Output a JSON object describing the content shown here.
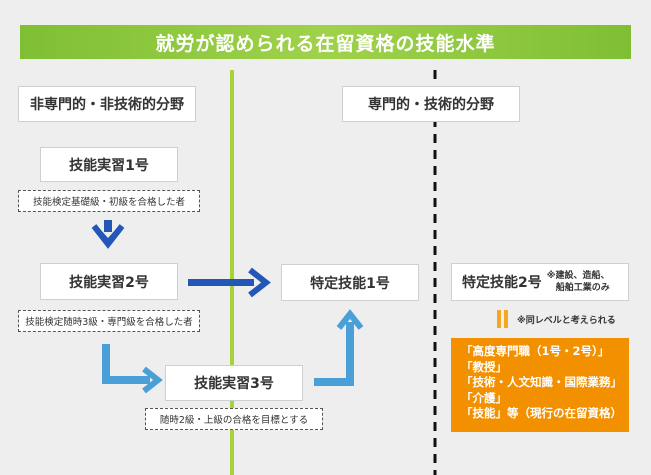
{
  "title": "就労が認められる在留資格の技能水準",
  "categories": {
    "left": "非専門的・非技術的分野",
    "right": "専門的・技術的分野"
  },
  "boxes": {
    "intern1": "技能実習1号",
    "intern2": "技能実習2号",
    "intern3": "技能実習3号",
    "ssw1": "特定技能1号",
    "ssw2": "特定技能2号"
  },
  "notes": {
    "intern1_req": "技能検定基礎級・初級を合格した者",
    "intern2_req": "技能検定随時3級・専門級を合格した者",
    "intern3_req": "随時2級・上級の合格を目標とする",
    "ssw2_scope_line1": "※建設、造船、",
    "ssw2_scope_line2": "船舶工業のみ",
    "equivalent": "※同レベルと考えられる"
  },
  "orange": {
    "lines": [
      "「高度専門職（1号・2号）」",
      "「教授」",
      "「技術・人文知識・国際業務」",
      "「介護」",
      "「技能」等（現行の在留資格）"
    ]
  },
  "colors": {
    "title_green": "#8cc63f",
    "divider_green": "#a7d33a",
    "arrow_dark_blue": "#2257b8",
    "arrow_light_blue": "#4a9fd8",
    "orange": "#f29000",
    "equiv_bar": "#f5a623"
  }
}
